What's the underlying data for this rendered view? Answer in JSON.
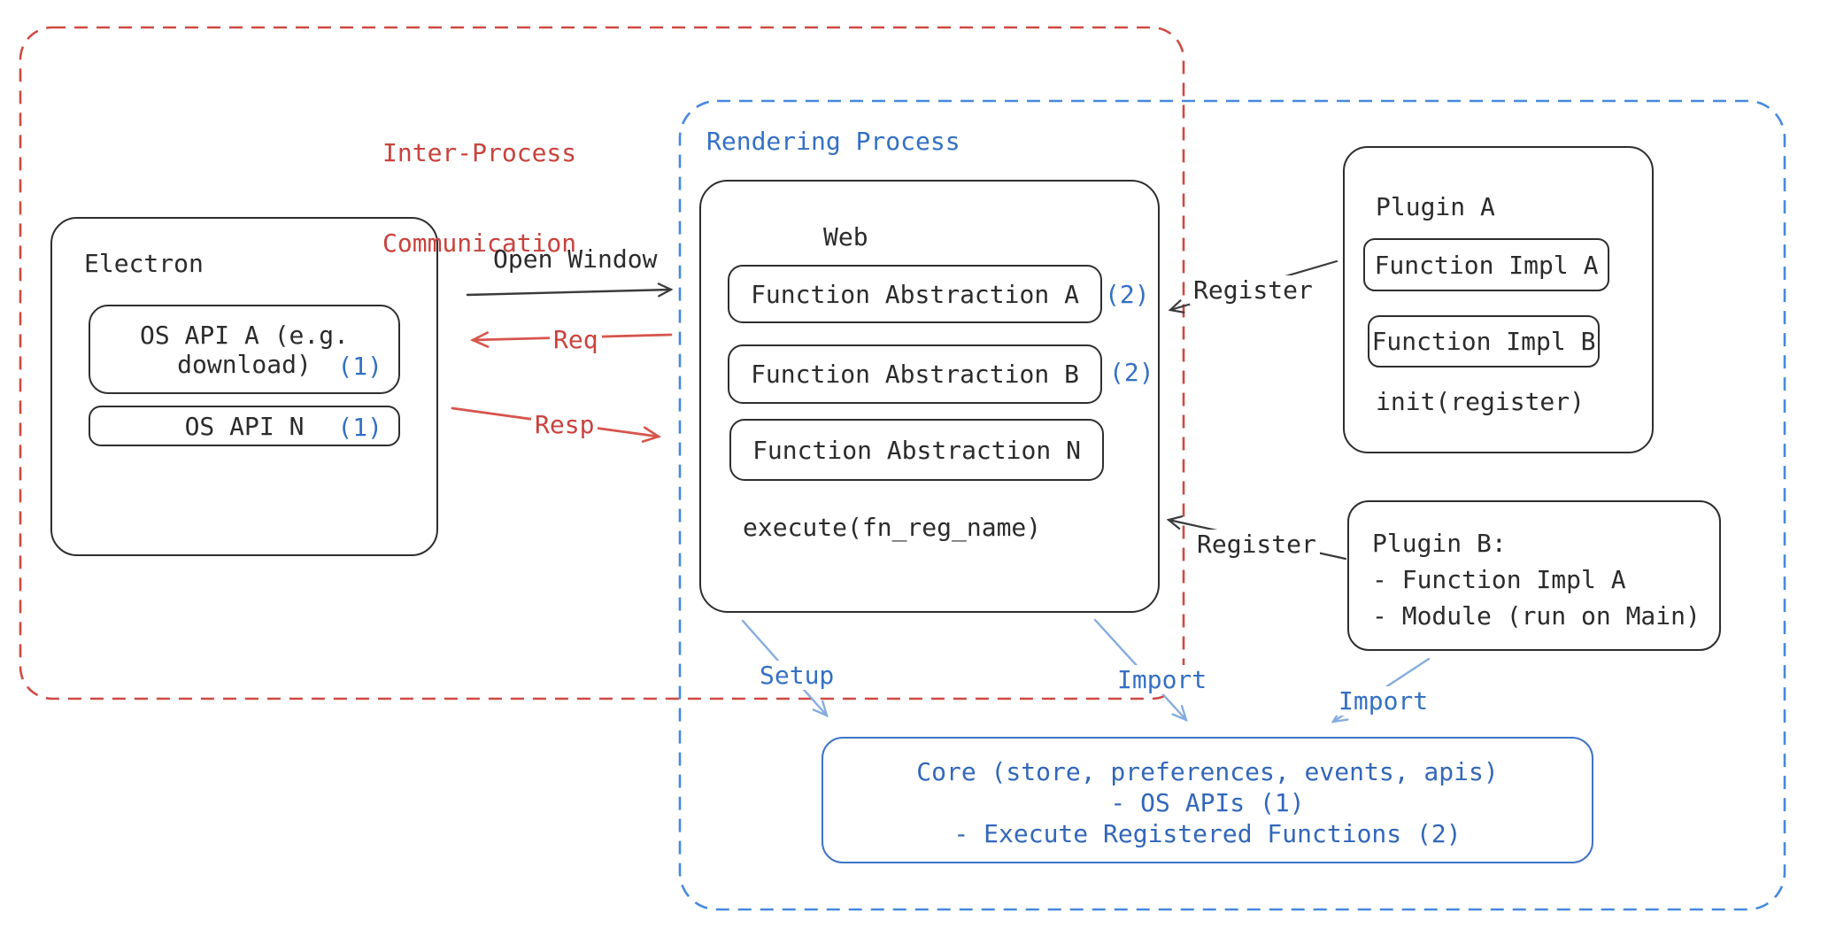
{
  "ipc": {
    "label_line1": "Inter-Process",
    "label_line2": "Communication"
  },
  "rendering": {
    "label": "Rendering Process"
  },
  "electron": {
    "title": "Electron",
    "api_a_line1": "OS API A (e.g.",
    "api_a_line2": "download)",
    "api_a_ref": "(1)",
    "api_n": "OS API N",
    "api_n_ref": "(1)"
  },
  "web": {
    "title": "Web",
    "fa_a": "Function Abstraction A",
    "fa_a_ref": "(2)",
    "fa_b": "Function Abstraction B",
    "fa_b_ref": "(2)",
    "fa_n": "Function Abstraction N",
    "execute": "execute(fn_reg_name)"
  },
  "plugin_a": {
    "title": "Plugin A",
    "impl_a": "Function Impl A",
    "impl_b": "Function Impl B",
    "init": "init(register)"
  },
  "plugin_b": {
    "title": "Plugin B:",
    "item1": "- Function Impl A",
    "item2": "- Module (run on Main)"
  },
  "core": {
    "line1": "Core (store, preferences, events, apis)",
    "line2": "- OS APIs (1)",
    "line3": "- Execute Registered Functions (2)"
  },
  "arrows": {
    "open_window": "Open Window",
    "req": "Req",
    "resp": "Resp",
    "register_a": "Register",
    "register_b": "Register",
    "setup": "Setup",
    "import_web": "Import",
    "import_plugin_b": "Import"
  },
  "colors": {
    "red": "#cf4a42",
    "blue_dash": "#4789dd",
    "blue_text": "#3470c4",
    "core_border": "#3e74c7",
    "arrow_blue": "#85acdf",
    "ink": "#2e2e2e"
  }
}
